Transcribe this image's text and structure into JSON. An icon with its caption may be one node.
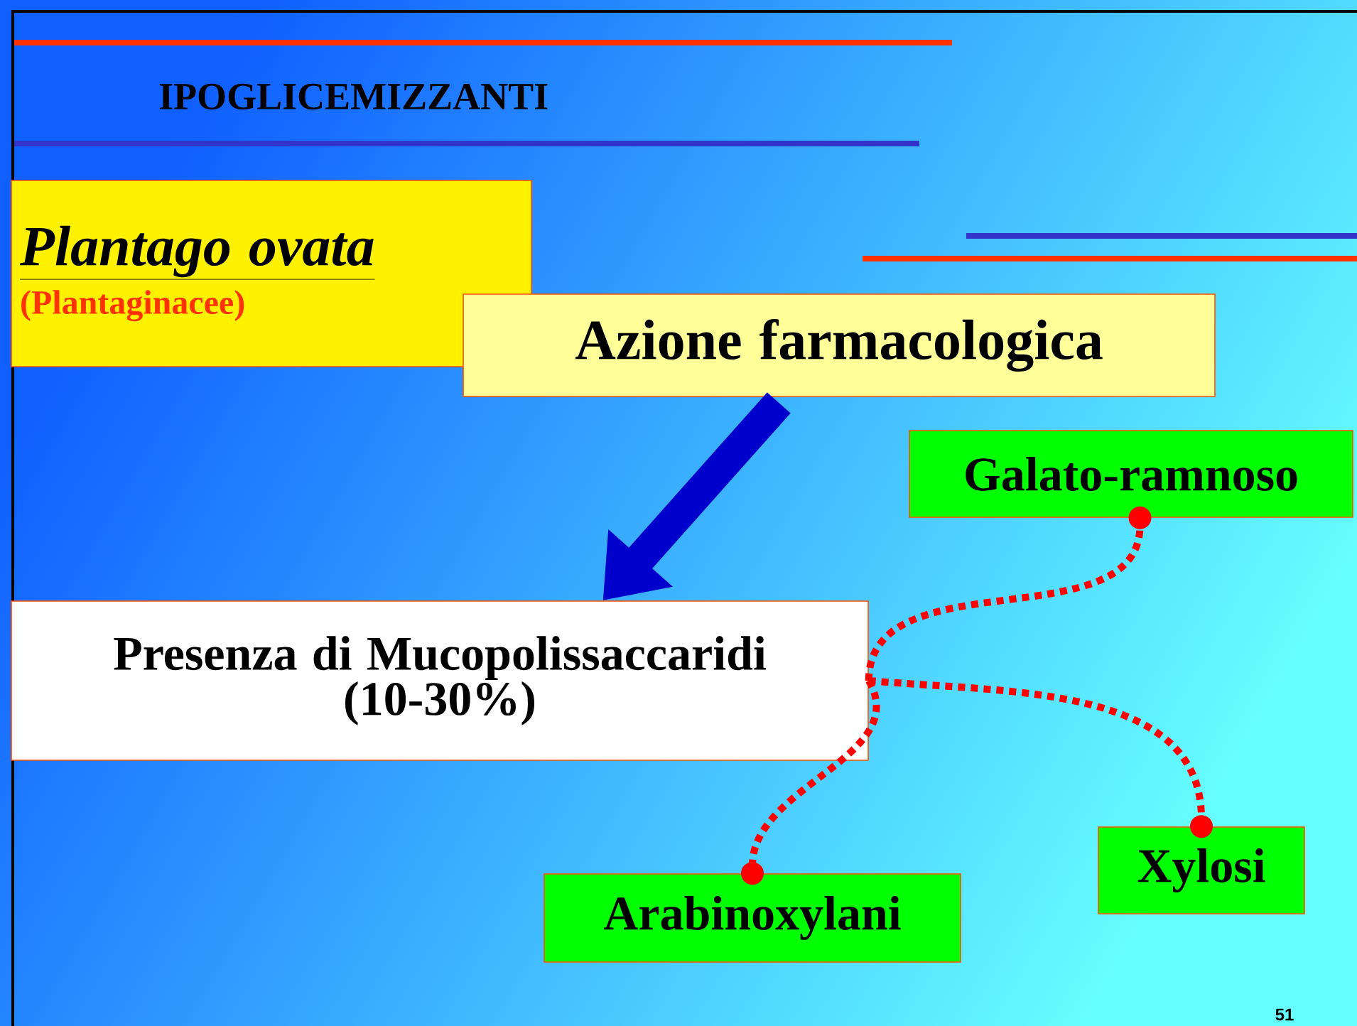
{
  "diagram": {
    "title": "IPOGLICEMIZZANTI",
    "nodes": [
      {
        "text": [
          "*Plantago ovata*",
          "(Plantaginacee)"
        ]
      },
      {
        "text": [
          "Azione farmacologica"
        ]
      },
      {
        "text": [
          "Presenza di Mucopolissaccaridi (10-30%)"
        ]
      },
      {
        "text": [
          "Galato-ramnoso"
        ]
      },
      {
        "text": [
          "Arabinoxylani"
        ]
      },
      {
        "text": [
          "Xylosi"
        ]
      }
    ],
    "edges": [
      {
        "from": 1,
        "to": 2,
        "arrow": "to",
        "style": "thick",
        "color": "#0000cc"
      },
      {
        "from": 2,
        "to": 3,
        "arrow": "other",
        "style": "dashed"
      },
      {
        "from": 2,
        "to": 4,
        "arrow": "other",
        "style": "dashed"
      },
      {
        "from": 2,
        "to": 5,
        "arrow": "other",
        "style": "dashed"
      }
    ],
    "labels": [
      "51"
    ]
  }
}
